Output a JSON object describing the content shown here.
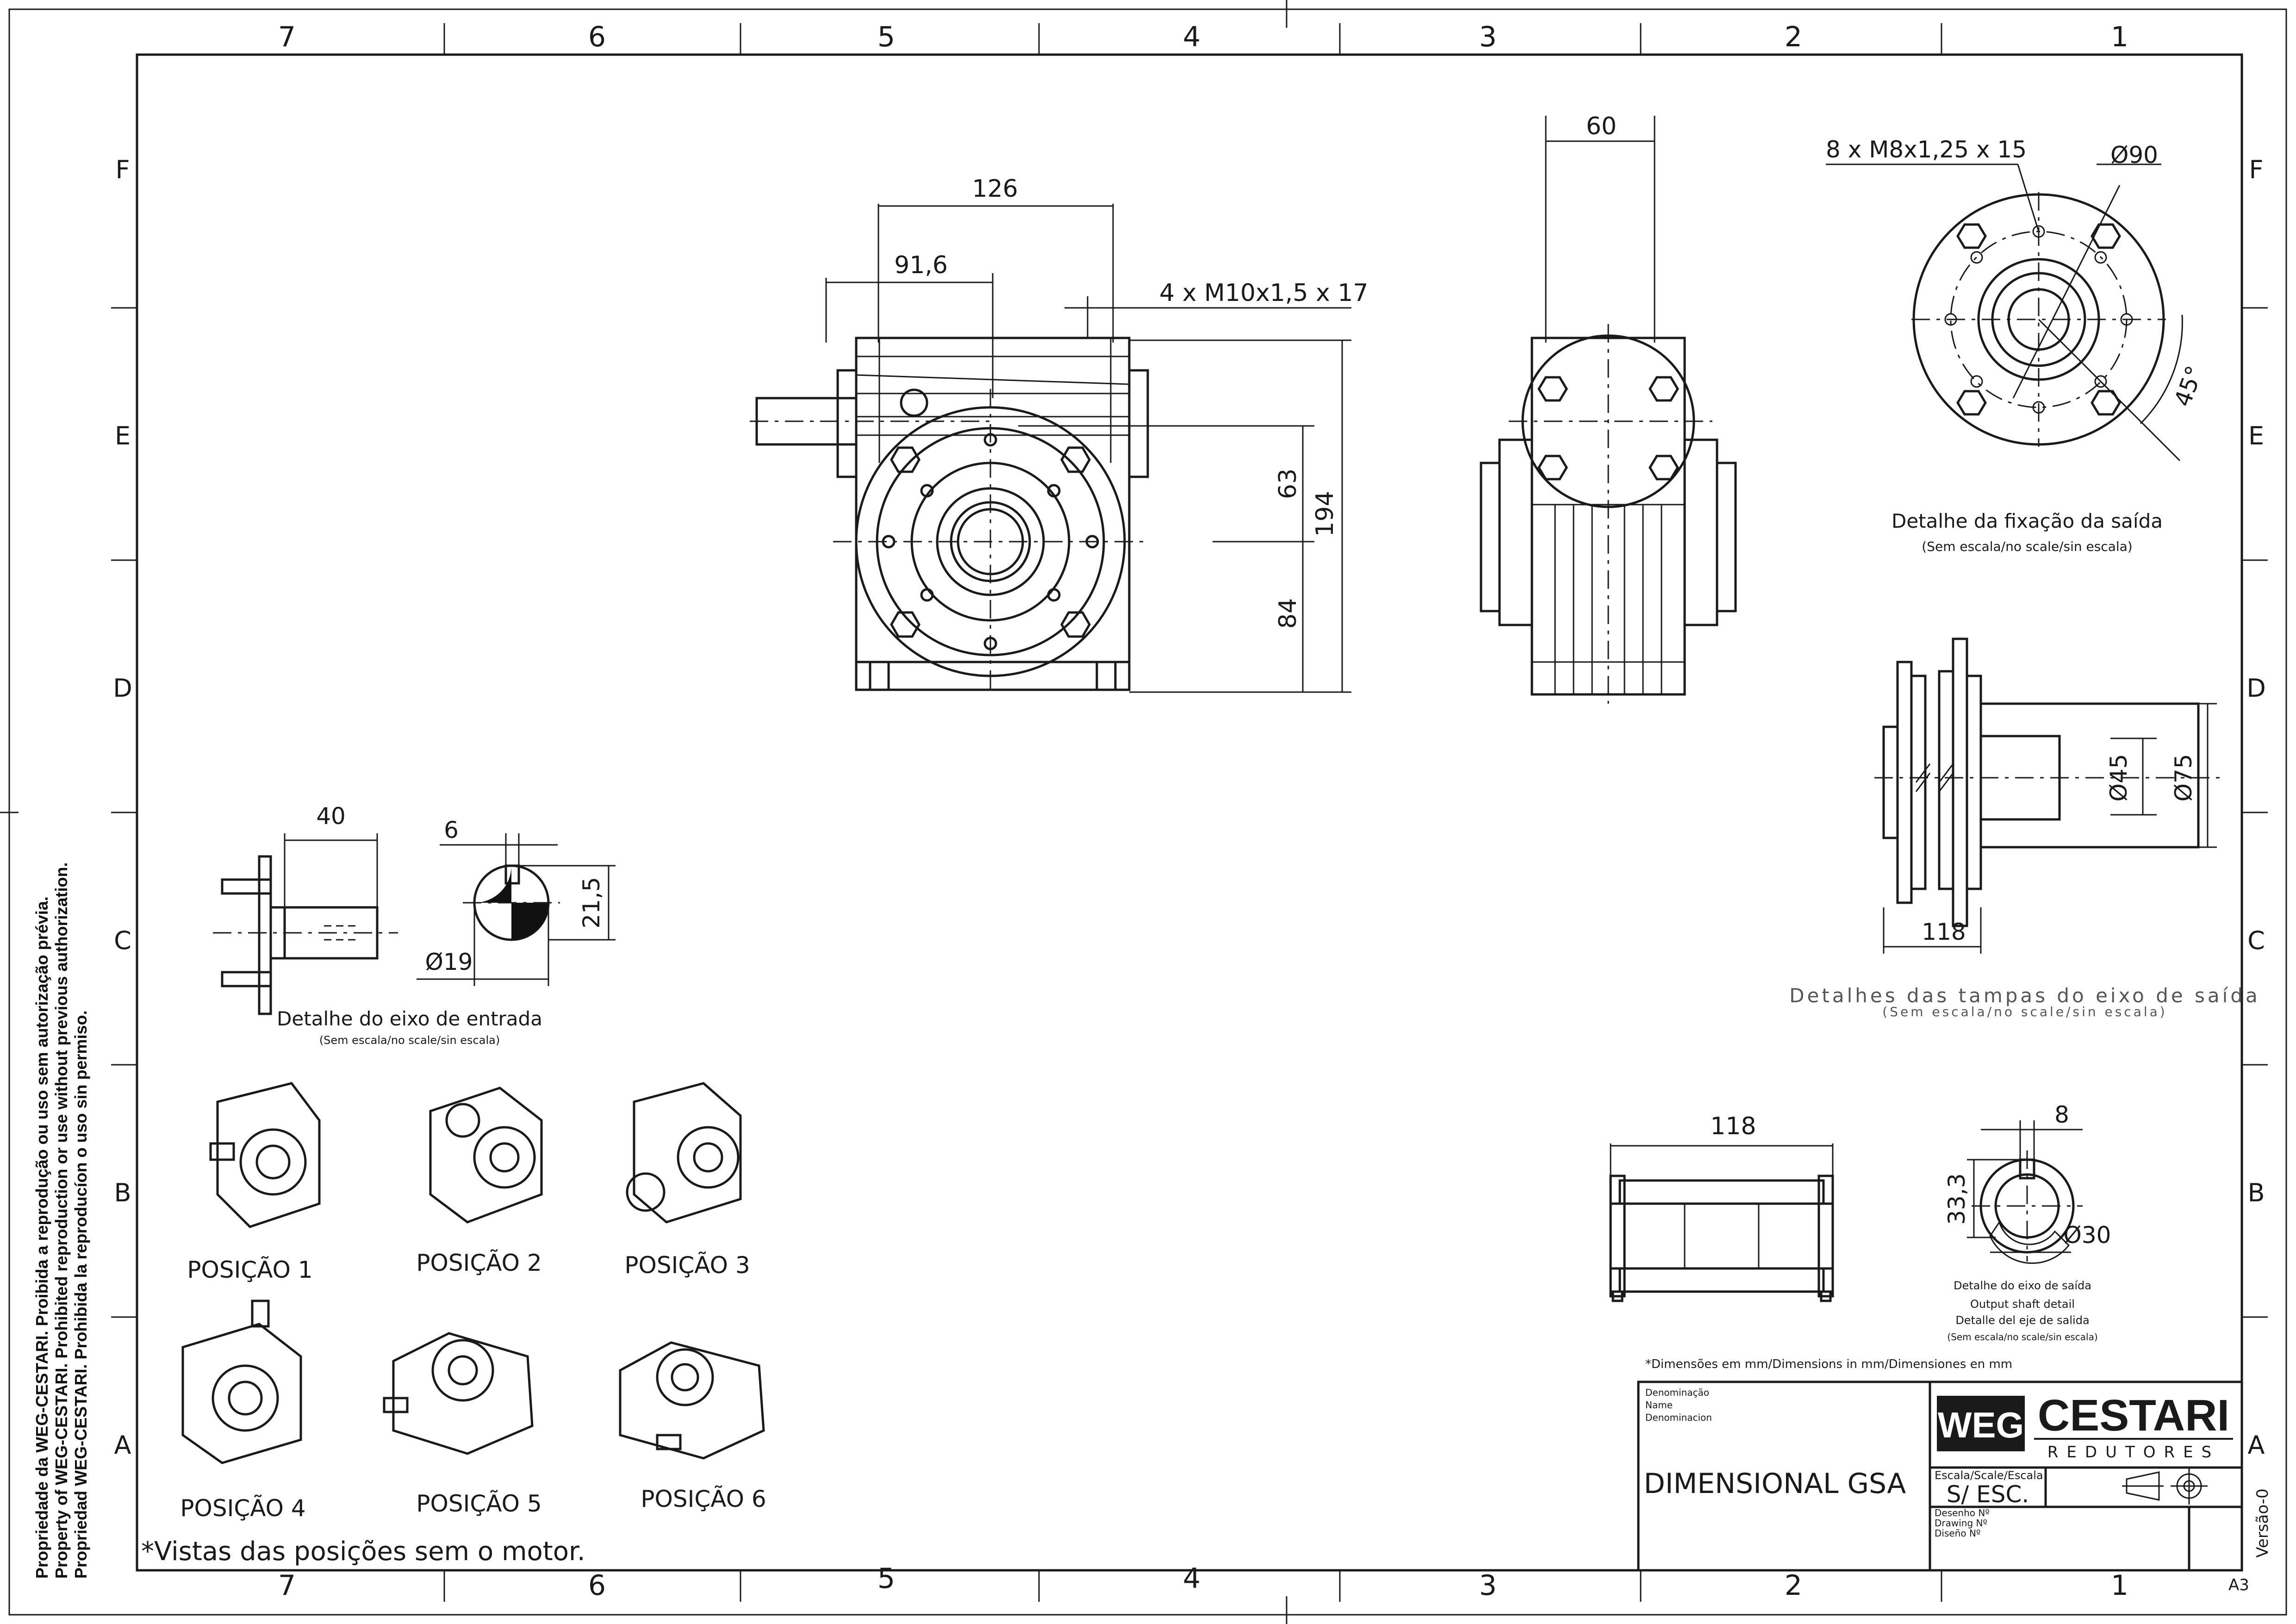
{
  "grid": {
    "columns_top": [
      "7",
      "6",
      "5",
      "4",
      "3",
      "2",
      "1"
    ],
    "columns_bottom": [
      "7",
      "6",
      "5",
      "4",
      "3",
      "2",
      "1"
    ],
    "rows_left": [
      "F",
      "E",
      "D",
      "C",
      "B",
      "A"
    ],
    "rows_right": [
      "F",
      "E",
      "D",
      "C",
      "B",
      "A"
    ]
  },
  "copyright": [
    "Propriedade da WEG-CESTARI. Proibida a reprodução ou uso sem autorização prévia.",
    "Property of WEG-CESTARI. Prohibited reproduction or use without previous authorization.",
    "Propriedad WEG-CESTARI. Prohibida la reproducíon o uso sin permiso."
  ],
  "front_view": {
    "dim_126": "126",
    "dim_91_6": "91,6",
    "dim_thread": "4 x M10x1,5 x 17",
    "dim_63": "63",
    "dim_194": "194",
    "dim_84": "84"
  },
  "side_view": {
    "dim_60": "60"
  },
  "output_fixing": {
    "dim_thread": "8 x M8x1,25 x 15",
    "dim_dia": "Ø90",
    "dim_angle": "45°",
    "title": "Detalhe da fixação da saída",
    "subtitle": "(Sem escala/no scale/sin escala)"
  },
  "output_covers": {
    "dim_45": "Ø45",
    "dim_75": "Ø75",
    "dim_118": "118",
    "title": "Detalhes das tampas do eixo de saída",
    "subtitle": "(Sem escala/no scale/sin escala)"
  },
  "input_shaft": {
    "dim_40": "40",
    "dim_6": "6",
    "dim_21_5": "21,5",
    "dim_19": "Ø19",
    "title": "Detalhe do eixo de entrada",
    "subtitle": "(Sem escala/no scale/sin escala)"
  },
  "positions": [
    "POSIÇÃO 1",
    "POSIÇÃO 2",
    "POSIÇÃO 3",
    "POSIÇÃO 4",
    "POSIÇÃO 5",
    "POSIÇÃO 6"
  ],
  "positions_note": "*Vistas das posições sem o motor.",
  "top_view": {
    "dim_118": "118"
  },
  "output_shaft": {
    "dim_8": "8",
    "dim_33_3": "33,3",
    "dim_30": "Ø30",
    "caption": [
      "Detalhe do eixo de saída",
      "Output shaft detail",
      "Detalle del eje de salida",
      "(Sem escala/no scale/sin escala)"
    ]
  },
  "dimensions_note": "*Dimensões em mm/Dimensions in mm/Dimensiones en mm",
  "title_block": {
    "denomination_labels": [
      "Denominação",
      "Name",
      "Denominacion"
    ],
    "denomination": "DIMENSIONAL GSA",
    "brand_weg": "WEG",
    "brand": "CESTARI",
    "brand_sub": "REDUTORES",
    "scale_label": "Escala/Scale/Escala",
    "scale_value": "S/ ESC.",
    "drawing_labels": [
      "Desenho Nº",
      "Drawing Nº",
      "Diseño Nº"
    ],
    "version": "Versão-0",
    "sheet_size": "A3"
  }
}
